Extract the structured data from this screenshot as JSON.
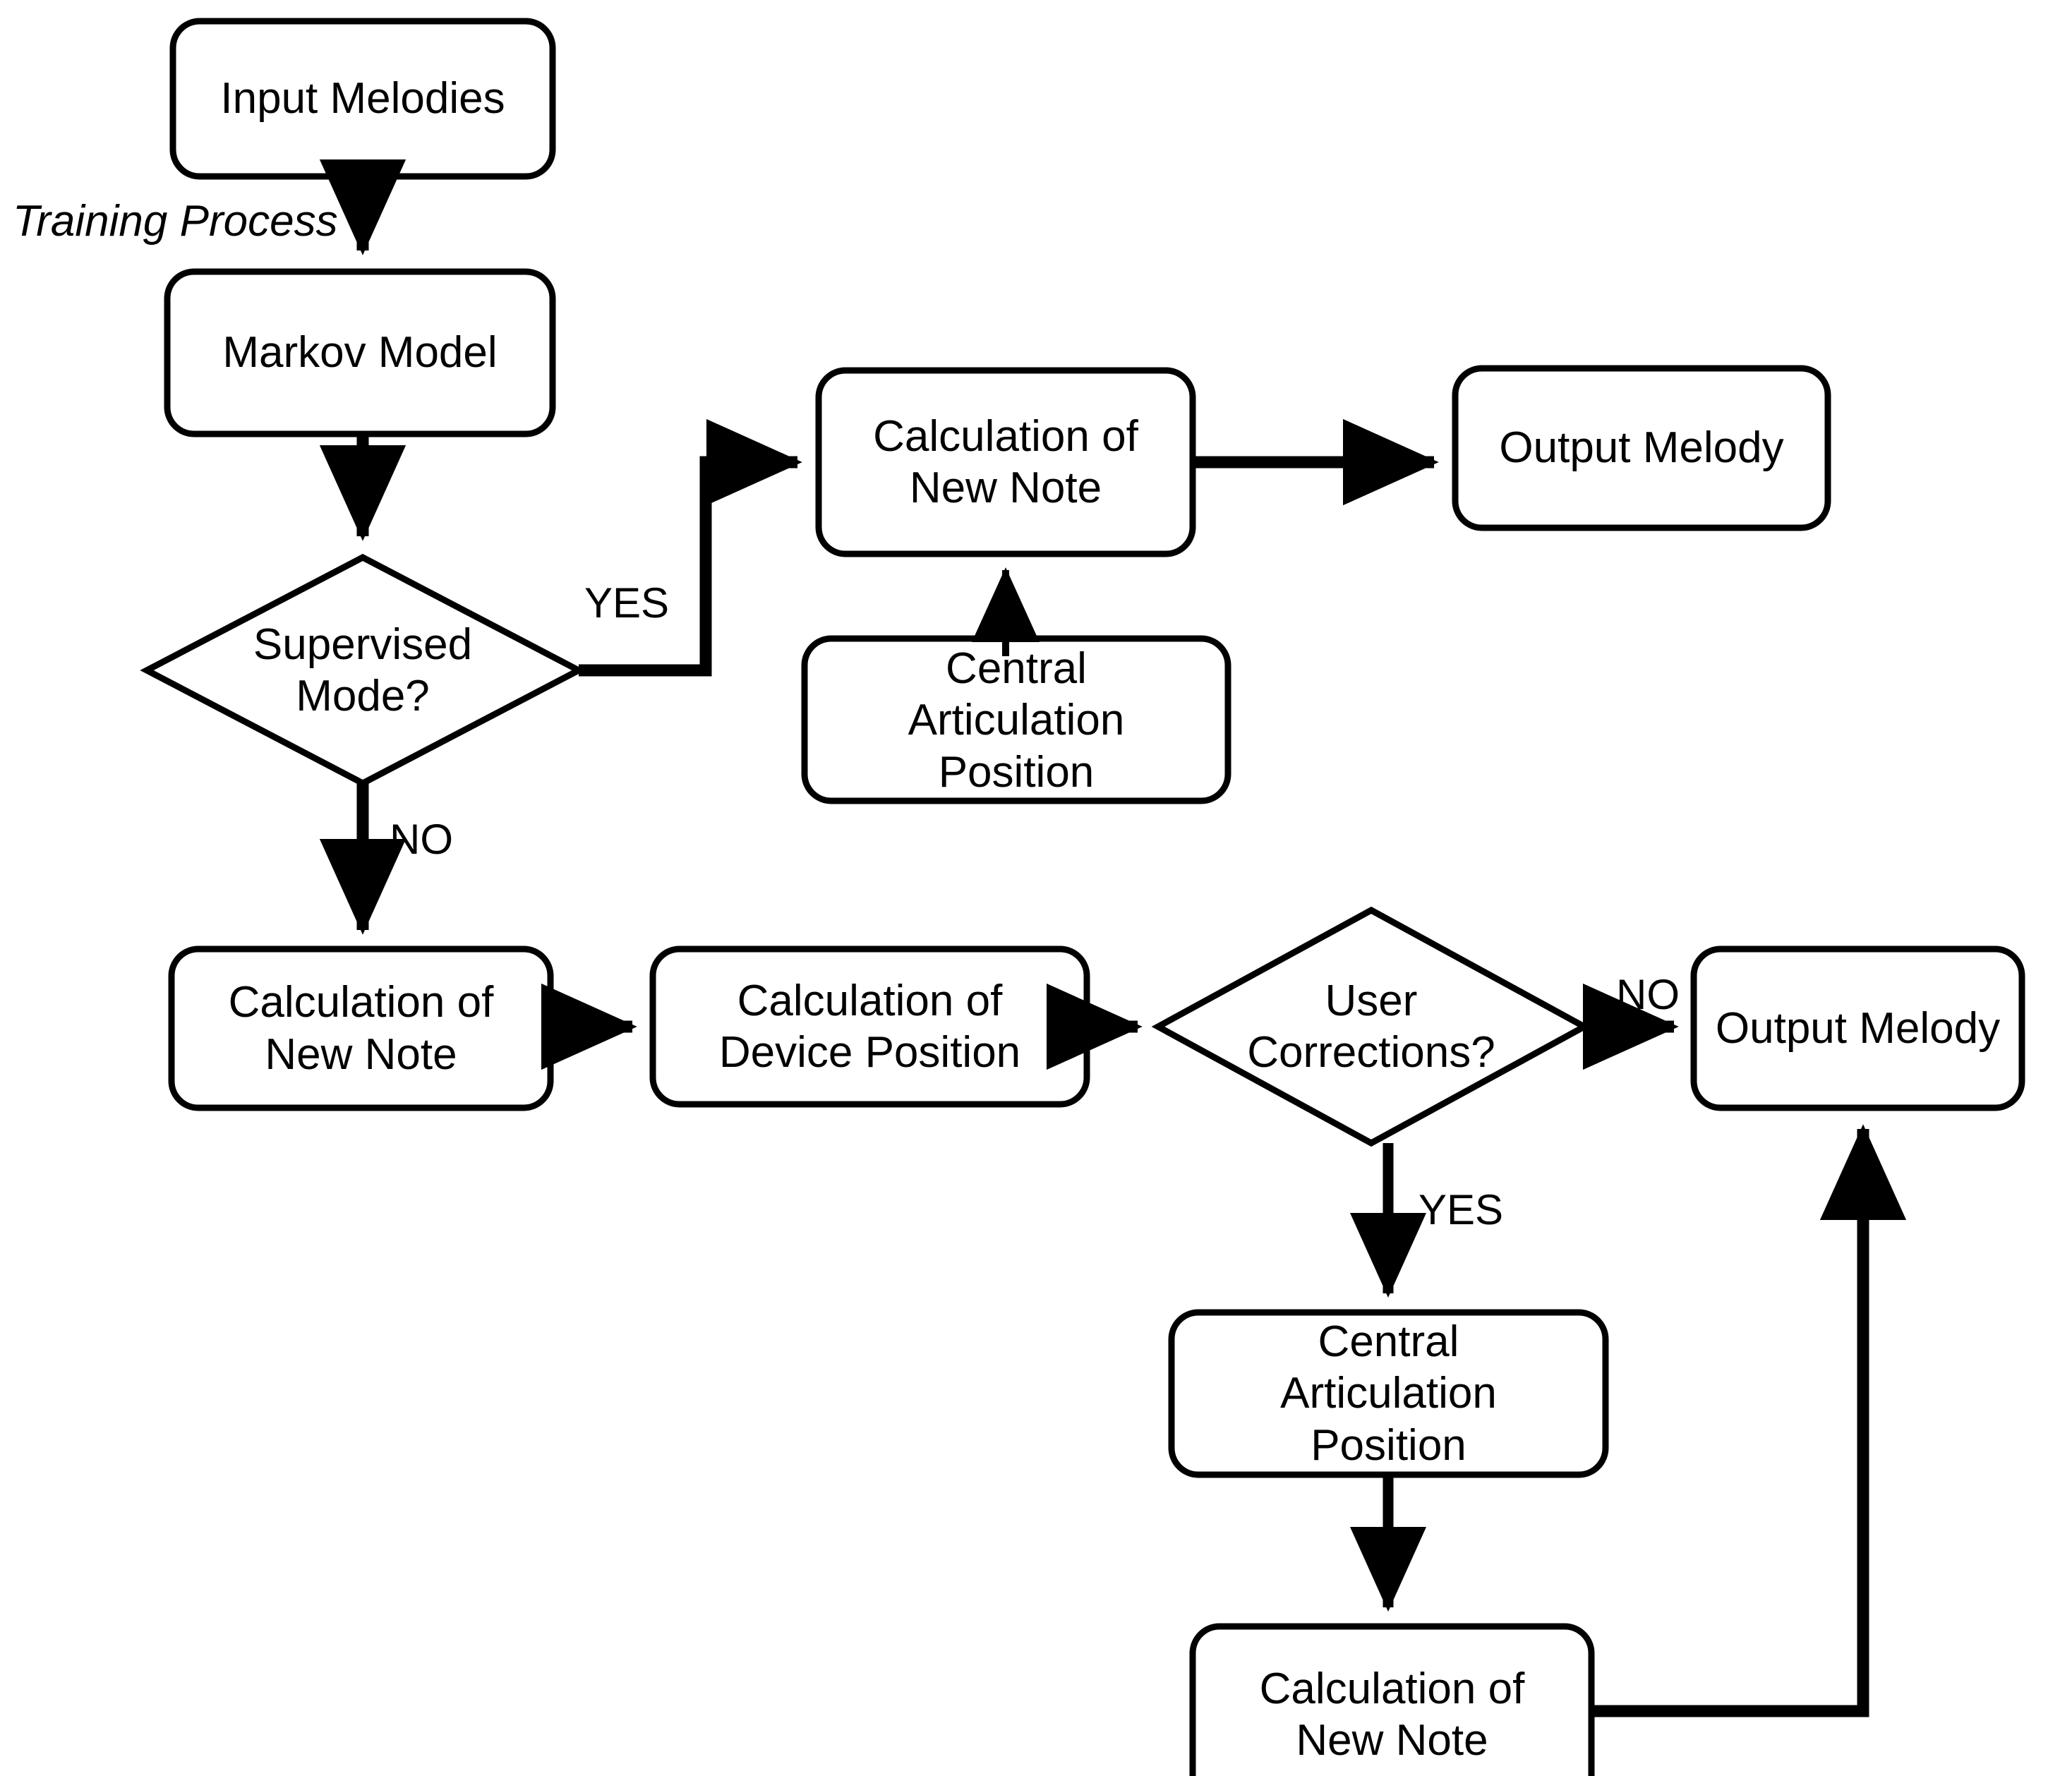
{
  "diagram": {
    "title": "Melody generation flowchart",
    "background_color": "#ffffff",
    "stroke_color": "#000000",
    "nodes": [
      {
        "id": "input-melodies",
        "shape": "rounded-rect",
        "label": "Input Melodies"
      },
      {
        "id": "markov-model",
        "shape": "rounded-rect",
        "label": "Markov Model"
      },
      {
        "id": "supervised-mode",
        "shape": "diamond",
        "label": "Supervised\nMode?"
      },
      {
        "id": "calc-new-note-top",
        "shape": "rounded-rect",
        "label": "Calculation of\nNew Note"
      },
      {
        "id": "output-melody-top",
        "shape": "rounded-rect",
        "label": "Output Melody"
      },
      {
        "id": "central-articulation-top",
        "shape": "rounded-rect",
        "label": "Central\nArticulation\nPosition"
      },
      {
        "id": "calc-new-note-left",
        "shape": "rounded-rect",
        "label": "Calculation of\nNew Note"
      },
      {
        "id": "calc-device-position",
        "shape": "rounded-rect",
        "label": "Calculation of\nDevice Position"
      },
      {
        "id": "user-corrections",
        "shape": "diamond",
        "label": "User\nCorrections?"
      },
      {
        "id": "output-melody-bottom",
        "shape": "rounded-rect",
        "label": "Output Melody"
      },
      {
        "id": "central-articulation-bottom",
        "shape": "rounded-rect",
        "label": "Central\nArticulation\nPosition"
      },
      {
        "id": "calc-new-note-bottom",
        "shape": "rounded-rect",
        "label": "Calculation of\nNew Note"
      }
    ],
    "edge_labels": [
      {
        "id": "training-process",
        "text": "Training Process",
        "style": "italic"
      },
      {
        "id": "supervised-yes",
        "text": "YES"
      },
      {
        "id": "supervised-no",
        "text": "NO"
      },
      {
        "id": "corrections-no",
        "text": "NO"
      },
      {
        "id": "corrections-yes",
        "text": "YES"
      }
    ]
  }
}
